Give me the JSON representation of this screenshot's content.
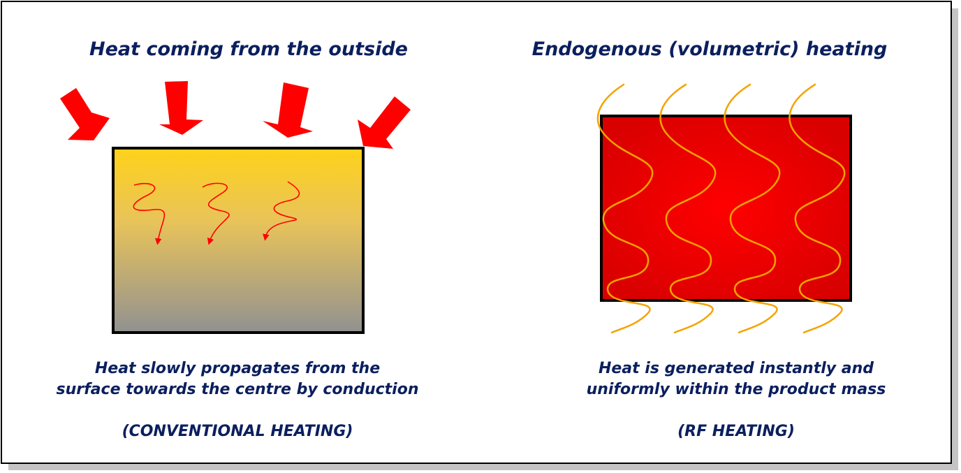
{
  "left": {
    "title": "Heat coming from the outside",
    "description_line1": "Heat slowly propagates from the",
    "description_line2": "surface towards the centre by conduction",
    "label": "(CONVENTIONAL HEATING)"
  },
  "right": {
    "title": "Endogenous (volumetric) heating",
    "description_line1": "Heat is generated instantly and",
    "description_line2": "uniformly within the product mass",
    "label": "(RF HEATING)"
  },
  "colors": {
    "text": "#0b1f5e",
    "arrow": "#ff0000",
    "wave": "#f5a300",
    "conventional_top": "#ffd21a",
    "conventional_bottom": "#919191",
    "rf_center": "#ff0000",
    "rf_edge": "#d90000"
  }
}
